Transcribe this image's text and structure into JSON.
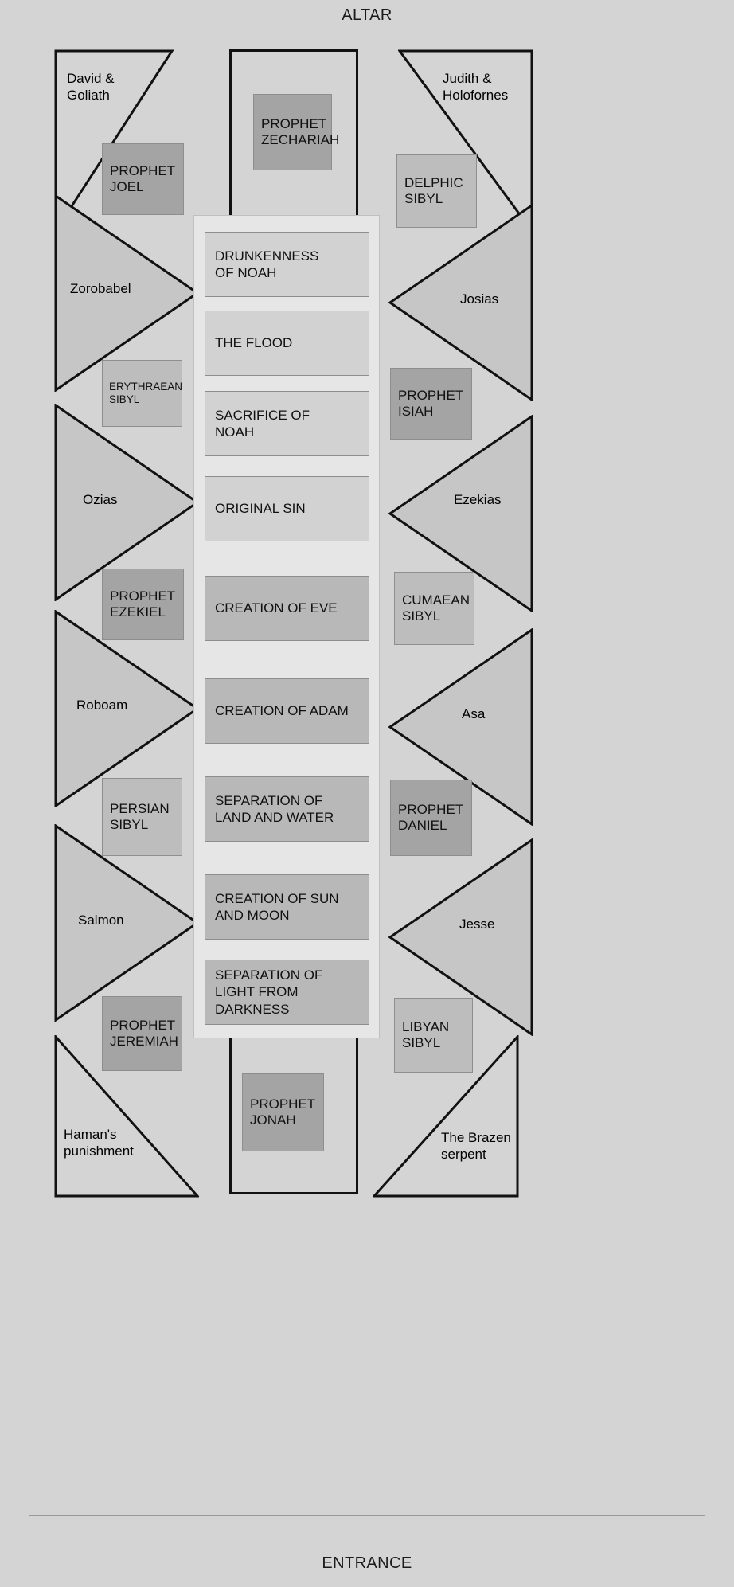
{
  "diagram": {
    "title_top": "ALTAR",
    "title_bottom": "ENTRANCE",
    "colors": {
      "background": "#d4d4d4",
      "prophet_fill": "#a4a4a4",
      "sibyl_fill": "#bdbdbd",
      "triangle_fill": "#c6c6c6",
      "vault_fill": "#e6e6e6",
      "panel_light": "#d2d2d2",
      "panel_dark": "#b8b8b8",
      "outline": "#111111"
    }
  },
  "corner_scenes": {
    "top_left": "David &\nGoliath",
    "top_right": "Judith &\nHolofornes",
    "bottom_left": "Haman's\npunishment",
    "bottom_right": "The Brazen\nserpent"
  },
  "left_column": {
    "ancestors": [
      {
        "label": "Zorobabel"
      },
      {
        "label": "Ozias"
      },
      {
        "label": "Roboam"
      },
      {
        "label": "Salmon"
      }
    ],
    "seers": [
      {
        "label": "PROPHET\nJOEL",
        "kind": "prophet"
      },
      {
        "label": "ERYTHRAEAN\nSIBYL",
        "kind": "sibyl"
      },
      {
        "label": "PROPHET\nEZEKIEL",
        "kind": "prophet"
      },
      {
        "label": "PERSIAN\nSIBYL",
        "kind": "sibyl"
      },
      {
        "label": "PROPHET\nJEREMIAH",
        "kind": "prophet"
      }
    ]
  },
  "right_column": {
    "ancestors": [
      {
        "label": "Josias"
      },
      {
        "label": "Ezekias"
      },
      {
        "label": "Asa"
      },
      {
        "label": "Jesse"
      }
    ],
    "seers": [
      {
        "label": "DELPHIC\nSIBYL",
        "kind": "sibyl"
      },
      {
        "label": "PROPHET\nISIAH",
        "kind": "prophet"
      },
      {
        "label": "CUMAEAN\nSIBYL",
        "kind": "sibyl"
      },
      {
        "label": "PROPHET\nDANIEL",
        "kind": "prophet"
      },
      {
        "label": "LIBYAN\nSIBYL",
        "kind": "sibyl"
      }
    ]
  },
  "center_column": {
    "top_seer": {
      "label": "PROPHET\nZECHARIAH",
      "kind": "prophet"
    },
    "bottom_seer": {
      "label": "PROPHET\nJONAH",
      "kind": "prophet"
    },
    "panels": [
      {
        "label": "DRUNKENNESS\nOF NOAH",
        "tone": "light"
      },
      {
        "label": "THE FLOOD",
        "tone": "light"
      },
      {
        "label": "SACRIFICE OF\nNOAH",
        "tone": "light"
      },
      {
        "label": "ORIGINAL SIN",
        "tone": "light"
      },
      {
        "label": "CREATION OF EVE",
        "tone": "dark"
      },
      {
        "label": "CREATION OF ADAM",
        "tone": "dark"
      },
      {
        "label": "SEPARATION OF\nLAND AND WATER",
        "tone": "dark"
      },
      {
        "label": "CREATION OF SUN\nAND MOON",
        "tone": "dark"
      },
      {
        "label": "SEPARATION OF\nLIGHT FROM\nDARKNESS",
        "tone": "dark"
      }
    ]
  }
}
